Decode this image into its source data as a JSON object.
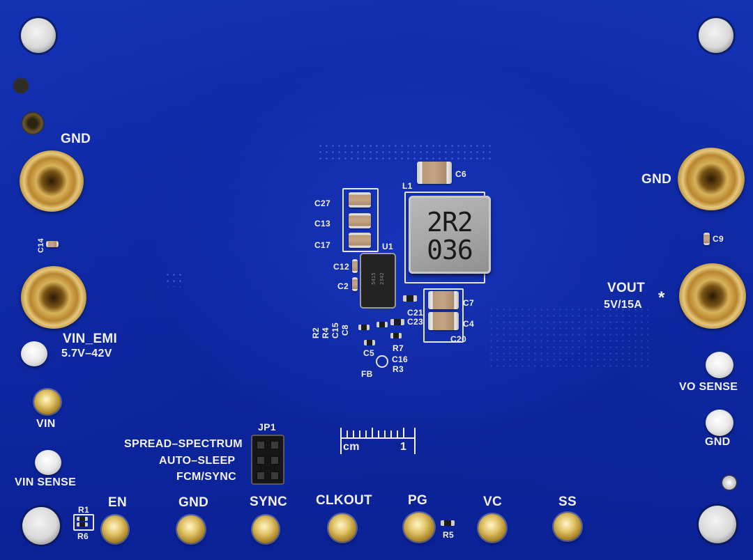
{
  "board": {
    "labels": {
      "gnd_left": "GND",
      "gnd_right": "GND",
      "vin_emi": "VIN_EMI",
      "vin_emi_range": "5.7V–42V",
      "vin": "VIN",
      "vin_sense": "VIN SENSE",
      "vout": "VOUT",
      "vout_spec": "5V/15A",
      "vout_star": "*",
      "vo_sense": "VO SENSE",
      "gnd_sense": "GND",
      "en": "EN",
      "gnd_bottom": "GND",
      "sync": "SYNC",
      "clkout": "CLKOUT",
      "pg": "PG",
      "vc": "VC",
      "ss": "SS",
      "jp1": "JP1",
      "spread_spectrum": "SPREAD–SPECTRUM",
      "auto_sleep": "AUTO–SLEEP",
      "fcm_sync": "FCM/SYNC",
      "ruler_unit": "cm",
      "ruler_one": "1",
      "fb": "FB"
    },
    "refdes": {
      "c6": "C6",
      "l1": "L1",
      "c27": "C27",
      "c13": "C13",
      "c17": "C17",
      "u1": "U1",
      "c12": "C12",
      "c2": "C2",
      "c14": "C14",
      "c9": "C9",
      "c7": "C7",
      "c4": "C4",
      "c20": "C20",
      "c21": "C21",
      "c23": "C23",
      "r2": "R2",
      "r4": "R4",
      "c15": "C15",
      "c8": "C8",
      "r7": "R7",
      "c5": "C5",
      "c16": "C16",
      "r3": "R3",
      "r1": "R1",
      "r6": "R6",
      "r5": "R5"
    },
    "inductor_marking": [
      "2R2",
      "036"
    ],
    "ic_marking": [
      "5415",
      "2342"
    ]
  }
}
